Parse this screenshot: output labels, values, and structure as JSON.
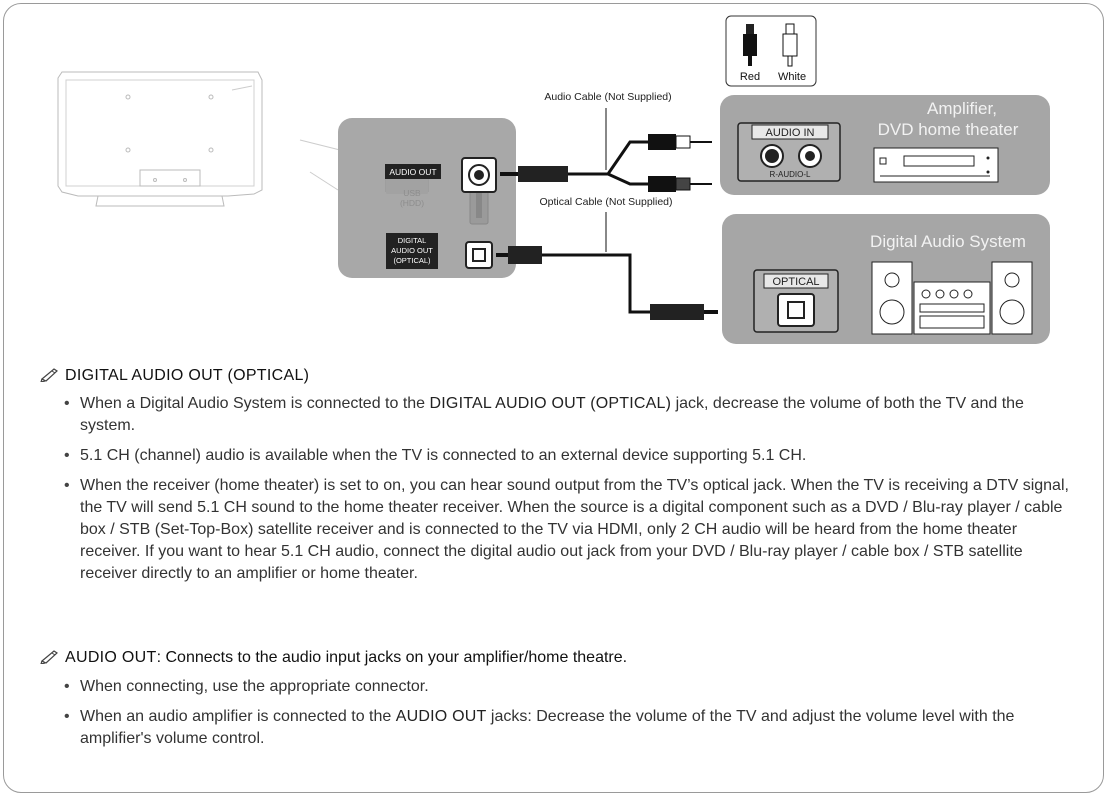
{
  "diagram": {
    "panel_labels": {
      "audio_out": "AUDIO OUT",
      "usb": "USB",
      "usb_sub": "(HDD)",
      "digital_line1": "DIGITAL",
      "digital_line2": "AUDIO OUT",
      "digital_line3": "(OPTICAL)"
    },
    "audio_cable": "Audio Cable (Not Supplied)",
    "optical_cable": "Optical Cable (Not Supplied)",
    "legend": {
      "red": "Red",
      "white": "White"
    },
    "amplifier": {
      "title_line1": "Amplifier,",
      "title_line2": "DVD home theater",
      "port_label": "AUDIO IN",
      "port_sub": "R-AUDIO-L"
    },
    "digital_system": {
      "title": "Digital Audio System",
      "port_label": "OPTICAL"
    }
  },
  "section1": {
    "title": "DIGITAL AUDIO OUT (OPTICAL)",
    "bullets": [
      {
        "pre": "When a Digital Audio System is connected to the ",
        "hl": "DIGITAL AUDIO OUT (OPTICAL)",
        "post": " jack, decrease the volume of both the TV and the system."
      },
      {
        "text": "5.1 CH (channel) audio is available when the TV is connected to an external device supporting 5.1 CH."
      },
      {
        "text": "When the receiver (home theater) is set to on, you can hear sound output from the TV’s optical jack. When the TV is receiving a DTV signal, the TV will send 5.1 CH sound to the home theater receiver. When the source is a digital component such as a DVD / Blu-ray player / cable box / STB (Set-Top-Box) satellite receiver and is connected to the TV via HDMI, only 2 CH audio will be heard from the home theater receiver. If you want to hear 5.1 CH audio, connect the digital audio out jack from your DVD / Blu-ray player / cable box / STB satellite receiver directly to an amplifier or home theater."
      }
    ]
  },
  "section2": {
    "title": "AUDIO OUT",
    "desc": ": Connects to the audio input jacks on your amplifier/home theatre.",
    "bullets": [
      {
        "text": "When connecting, use the appropriate connector."
      },
      {
        "pre": "When an audio amplifier is connected to the ",
        "hl": "AUDIO OUT",
        "post": " jacks: Decrease the volume of the TV and adjust the volume level with the amplifier's volume control."
      }
    ]
  }
}
